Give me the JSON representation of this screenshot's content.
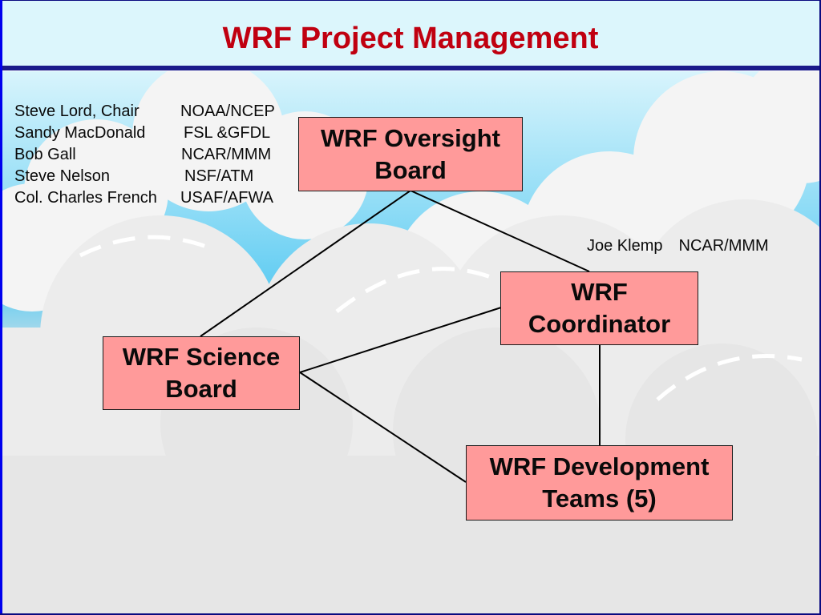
{
  "slide": {
    "title": "WRF Project Management",
    "colors": {
      "title": "#c00010",
      "box_fill": "#ff9a9a",
      "header_bg": "#dcf6fc",
      "sky": "#7ed8f6",
      "cloud": "#f0f0f0",
      "border": "#0000ee"
    }
  },
  "oversight_members": [
    {
      "name": "Steve Lord, Chair",
      "org": "NOAA/NCEP"
    },
    {
      "name": "Sandy MacDonald",
      "org": "FSL &GFDL"
    },
    {
      "name": "Bob Gall",
      "org": "NCAR/MMM"
    },
    {
      "name": "Steve Nelson",
      "org": "NSF/ATM"
    },
    {
      "name": "Col. Charles French",
      "org": "USAF/AFWA"
    }
  ],
  "coordinator_person": {
    "name": "Joe Klemp",
    "org": "NCAR/MMM"
  },
  "nodes": {
    "oversight": {
      "line1": "WRF Oversight",
      "line2": "Board"
    },
    "coordinator": {
      "line1": "WRF",
      "line2": "Coordinator"
    },
    "science": {
      "line1": "WRF Science",
      "line2": "Board"
    },
    "development": {
      "line1": "WRF Development",
      "line2": "Teams (5)"
    }
  },
  "edges": [
    {
      "from": "oversight",
      "to": "science"
    },
    {
      "from": "oversight",
      "to": "coordinator"
    },
    {
      "from": "science",
      "to": "coordinator"
    },
    {
      "from": "science",
      "to": "development"
    },
    {
      "from": "coordinator",
      "to": "development"
    }
  ]
}
